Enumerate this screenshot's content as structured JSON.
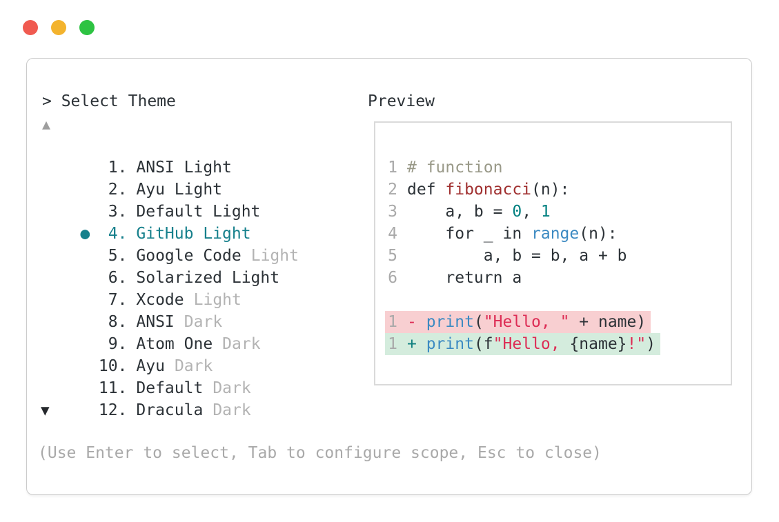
{
  "window_controls": {
    "labels": [
      "close",
      "minimize",
      "maximize"
    ]
  },
  "selector": {
    "prompt": "> Select Theme",
    "scroll_up_indicator": "▲",
    "scroll_down_indicator": "▼",
    "selected_marker": "●",
    "items": [
      {
        "num": "1",
        "name": "ANSI Light",
        "muted": "",
        "selected": false
      },
      {
        "num": "2",
        "name": "Ayu Light",
        "muted": "",
        "selected": false
      },
      {
        "num": "3",
        "name": "Default Light",
        "muted": "",
        "selected": false
      },
      {
        "num": "4",
        "name": "GitHub Light",
        "muted": "",
        "selected": true
      },
      {
        "num": "5",
        "name": "Google Code",
        "muted": "Light",
        "selected": false
      },
      {
        "num": "6",
        "name": "Solarized Light",
        "muted": "",
        "selected": false
      },
      {
        "num": "7",
        "name": "Xcode",
        "muted": "Light",
        "selected": false
      },
      {
        "num": "8",
        "name": "ANSI",
        "muted": "Dark",
        "selected": false
      },
      {
        "num": "9",
        "name": "Atom One",
        "muted": "Dark",
        "selected": false
      },
      {
        "num": "10",
        "name": "Ayu",
        "muted": "Dark",
        "selected": false
      },
      {
        "num": "11",
        "name": "Default",
        "muted": "Dark",
        "selected": false
      },
      {
        "num": "12",
        "name": "Dracula",
        "muted": "Dark",
        "selected": false
      }
    ],
    "hint": "(Use Enter to select, Tab to configure scope, Esc to close)"
  },
  "preview": {
    "title": "Preview",
    "code_lines": [
      {
        "num": "1",
        "segments": [
          {
            "t": "# function",
            "c": "comment"
          }
        ]
      },
      {
        "num": "2",
        "segments": [
          {
            "t": "def ",
            "c": "plain"
          },
          {
            "t": "fibonacci",
            "c": "func"
          },
          {
            "t": "(n):",
            "c": "plain"
          }
        ]
      },
      {
        "num": "3",
        "segments": [
          {
            "t": "    a, b = ",
            "c": "plain"
          },
          {
            "t": "0",
            "c": "number"
          },
          {
            "t": ", ",
            "c": "plain"
          },
          {
            "t": "1",
            "c": "number"
          }
        ]
      },
      {
        "num": "4",
        "segments": [
          {
            "t": "    for _ in ",
            "c": "plain"
          },
          {
            "t": "range",
            "c": "builtin"
          },
          {
            "t": "(n):",
            "c": "plain"
          }
        ]
      },
      {
        "num": "5",
        "segments": [
          {
            "t": "        a, b = b, a + b",
            "c": "plain"
          }
        ]
      },
      {
        "num": "6",
        "segments": [
          {
            "t": "    return a",
            "c": "plain"
          }
        ]
      }
    ],
    "diff_lines": [
      {
        "num": "1",
        "kind": "removed",
        "segments": [
          {
            "t": "- ",
            "c": "removed-marker"
          },
          {
            "t": "print",
            "c": "builtin"
          },
          {
            "t": "(",
            "c": "plain"
          },
          {
            "t": "\"Hello, \"",
            "c": "string"
          },
          {
            "t": " + name)",
            "c": "plain"
          }
        ]
      },
      {
        "num": "1",
        "kind": "added",
        "segments": [
          {
            "t": "+ ",
            "c": "added-marker"
          },
          {
            "t": "print",
            "c": "builtin"
          },
          {
            "t": "(f",
            "c": "plain"
          },
          {
            "t": "\"Hello, ",
            "c": "string"
          },
          {
            "t": "{name}",
            "c": "plain"
          },
          {
            "t": "!\"",
            "c": "string"
          },
          {
            "t": ")",
            "c": "plain"
          }
        ]
      }
    ]
  },
  "colors": {
    "ink": "#2c3237",
    "muted": "#a9a9a9",
    "accent_teal": "#16808c",
    "comment": "#999988",
    "function_red": "#a03030",
    "number_teal": "#008080",
    "builtin_blue": "#3c8ac2",
    "string_crimson": "#dd2d55",
    "added_teal": "#0f8080",
    "removed_bg": "#f8cfd1",
    "added_bg": "#d4ecdd",
    "traffic_red": "#f05a50",
    "traffic_yellow": "#f3b32d",
    "traffic_green": "#2dc342"
  }
}
